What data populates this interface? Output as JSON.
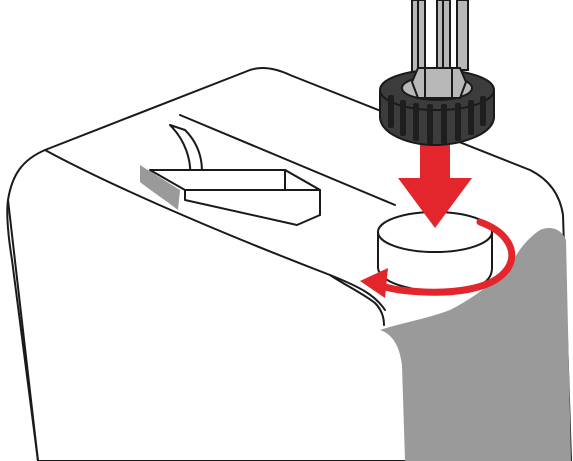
{
  "figure": {
    "kind": "installation-diagram",
    "step": "screw-cap-onto-canister",
    "objects": [
      "canister",
      "canister-handle",
      "canister-opening",
      "screw-cap",
      "hose-tubes"
    ],
    "indicators": {
      "down_arrow_icon": "arrow-down-icon",
      "rotate_arrow_icon": "rotate-clockwise-icon"
    }
  },
  "colors": {
    "canister_fill": "#ffffff",
    "canister_shadow": "#9a9a9a",
    "outline": "#1a1a1a",
    "cap_body": "#3c3c3c",
    "cap_ridges": "#1e1e1e",
    "tube_metal": "#b8b8b8",
    "arrow_red": "#e3262b"
  }
}
